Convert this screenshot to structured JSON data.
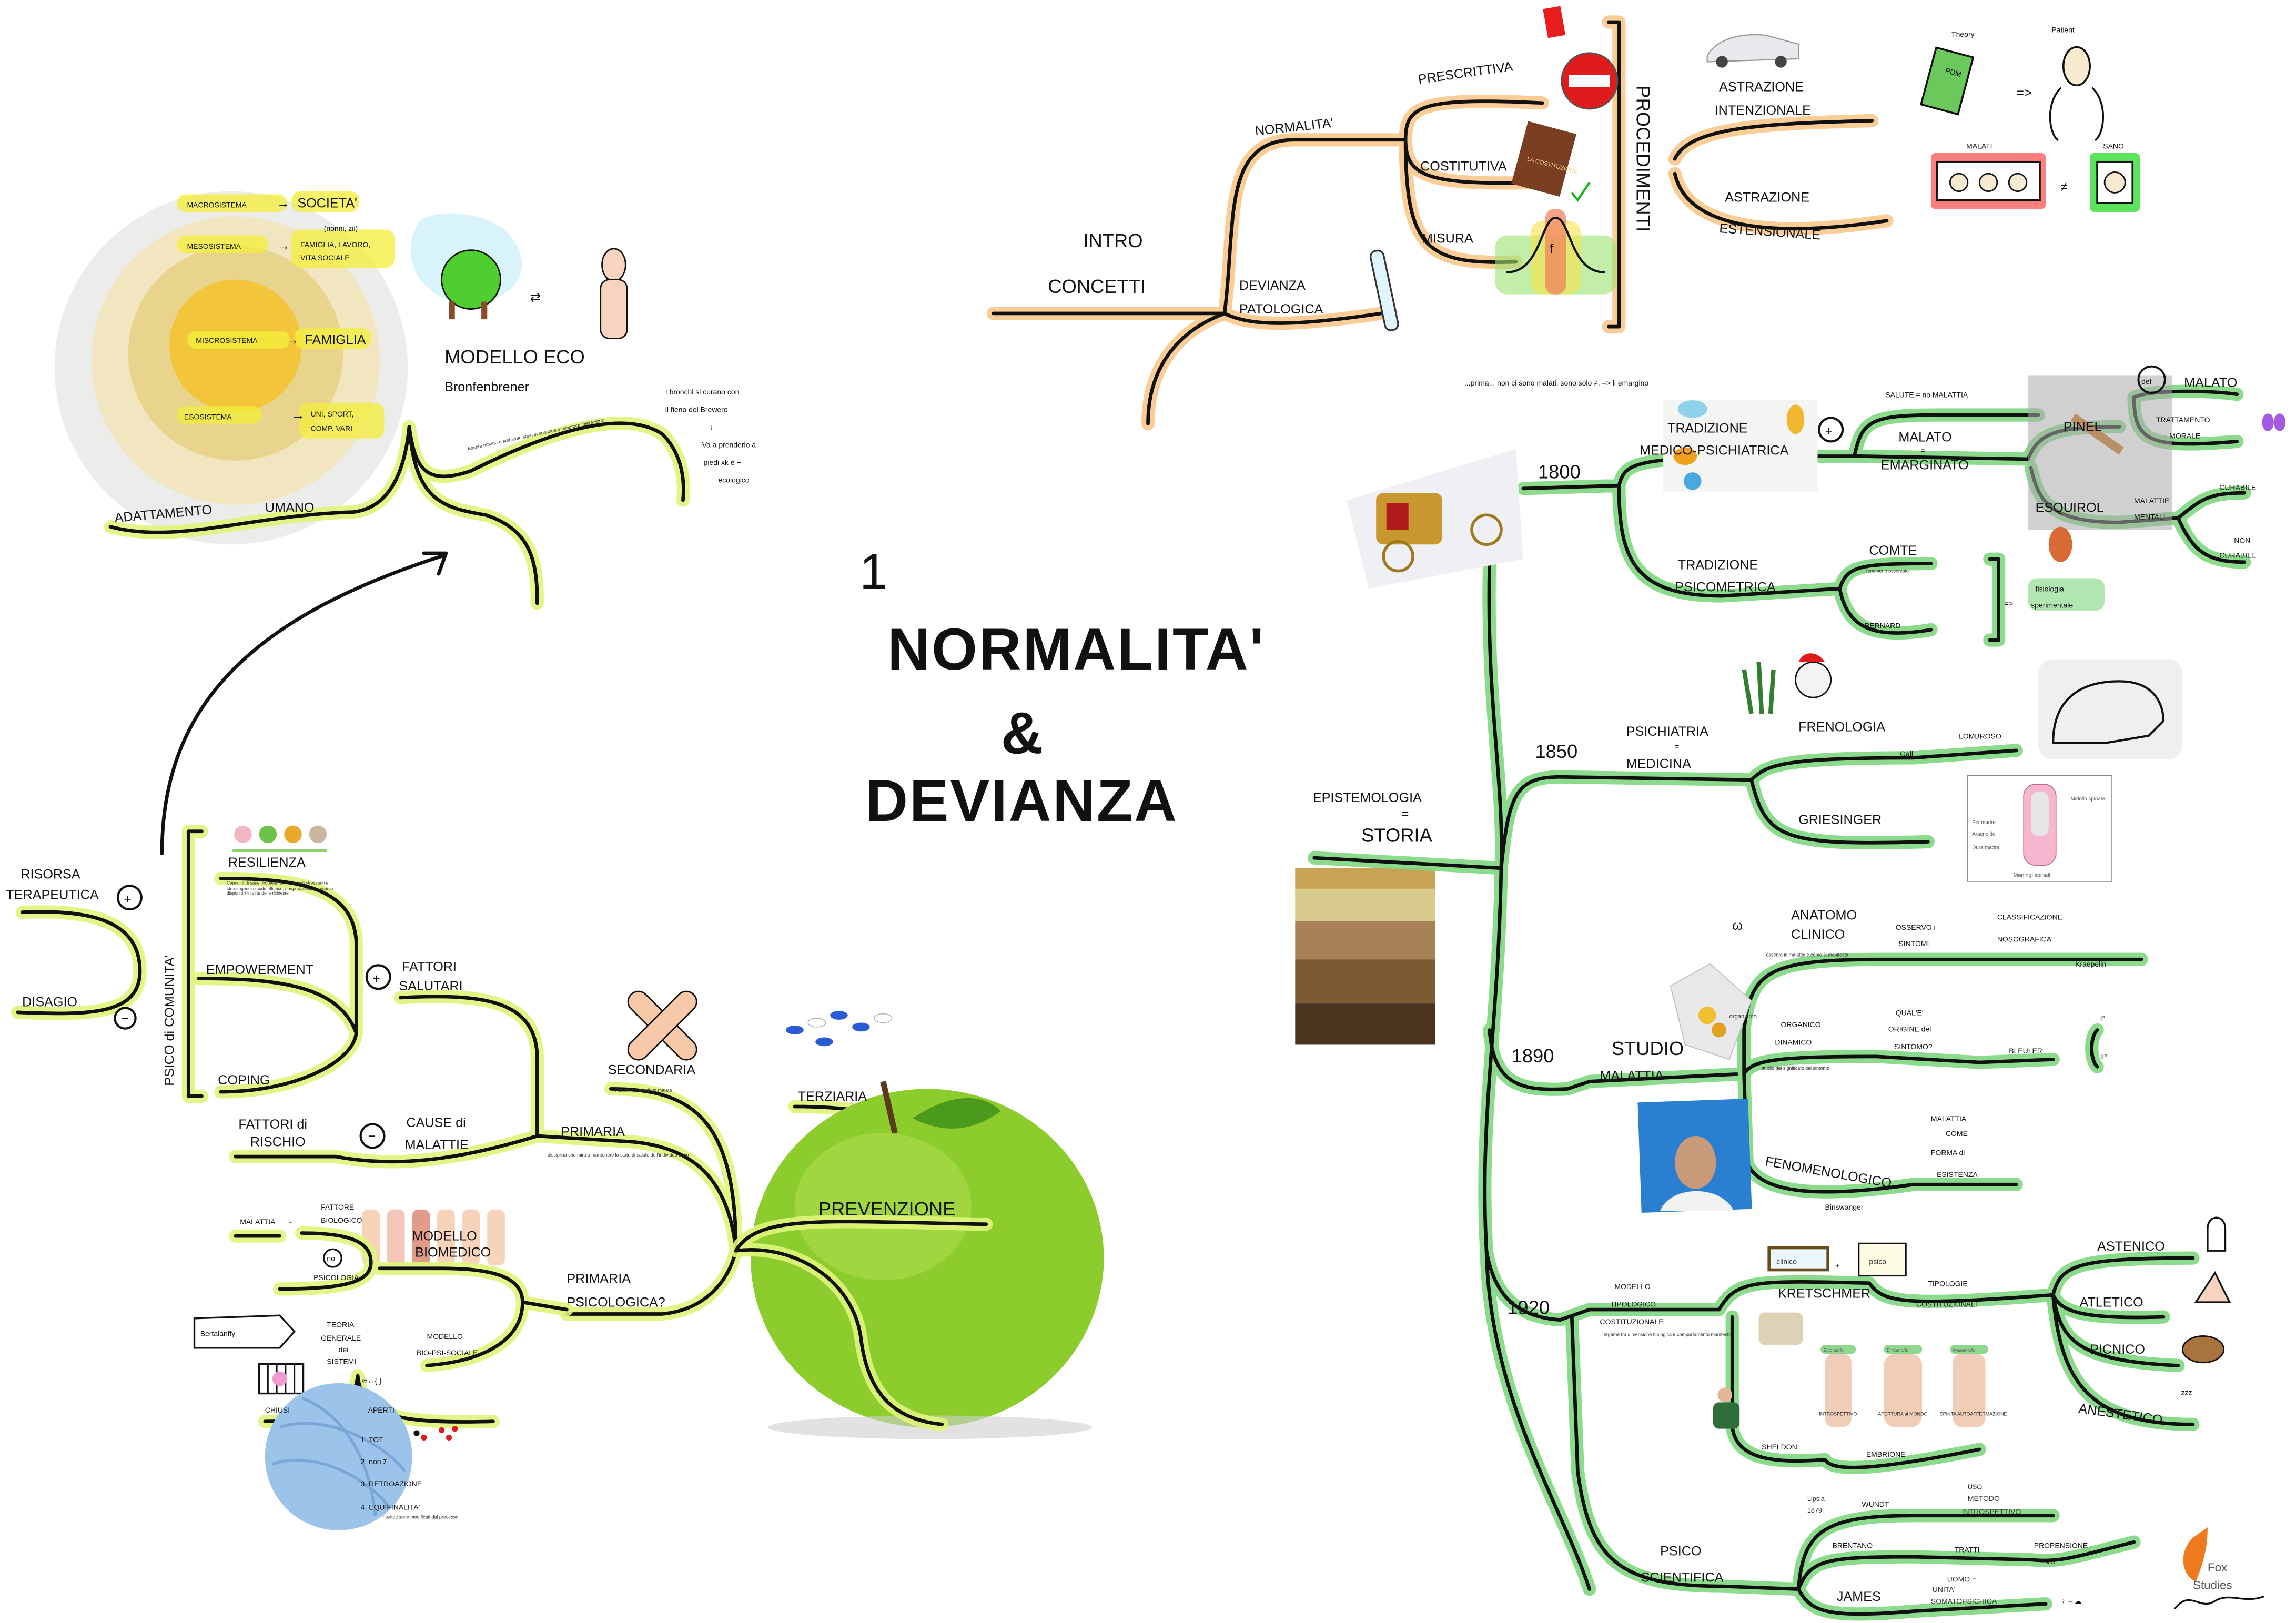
{
  "colors": {
    "branch_right": "#7fd67f",
    "branch_left": "#dff57a",
    "branch_top": "#f9c88c",
    "ink": "#111111"
  },
  "title": {
    "number": "1",
    "line1": "NORMALITA'",
    "amp": "&",
    "line2": "DEVIANZA"
  },
  "intro": {
    "label1": "INTRO",
    "label2": "CONCETTI",
    "normalita": "NORMALITA'",
    "prescrittiva": "PRESCRITTIVA",
    "costitutiva": "COSTITUTIVA",
    "misura": "MISURA",
    "devianza1": "DEVIANZA",
    "devianza2": "PATOLOGICA",
    "procedimenti": "PROCEDIMENTI",
    "astr_int1": "ASTRAZIONE",
    "astr_int2": "INTENZIONALE",
    "astr_est1": "ASTRAZIONE",
    "astr_est2": "ESTENSIONALE",
    "theory": "Theory",
    "patient": "Patient",
    "pdm": "PDM",
    "malati": "MALATI",
    "sano": "SANO",
    "not_equal": "≠",
    "implies": "=>"
  },
  "eco": {
    "macro": "MACROSISTEMA",
    "macro_v": "SOCIETA'",
    "meso": "MESOSISTEMA",
    "meso_note": "(nonni, zii)",
    "meso_v1": "FAMIGLIA, LAVORO,",
    "meso_v2": "VITA SOCIALE",
    "micro": "MISCROSISTEMA",
    "micro_v": "FAMIGLIA",
    "eso": "ESOSISTEMA",
    "eso_v1": "UNI, SPORT,",
    "eso_v2": "COMP. VARI",
    "model": "MODELLO ECO",
    "author": "Bronfenbrener",
    "note1": "I bronchi si curano con",
    "note2": "il fieno del Brewero",
    "note_arrow": "↓",
    "note3": "Va a prenderlo a",
    "note4": "piedi xk è +",
    "note5": "ecologico",
    "adattamento": "ADATTAMENTO",
    "umano": "UMANO",
    "branch_note": "Essere umano e ambiente sono in continua e reciproca interazione"
  },
  "comunita": {
    "risorsa1": "RISORSA",
    "risorsa2": "TERAPEUTICA",
    "plus": "+",
    "disagio": "DISAGIO",
    "minus": "−",
    "psico": "PSICO di COMUNITA'",
    "resilienza": "RESILIENZA",
    "resilienza_note": "Capacità di saper fronteggiare gli eventi stressanti e stressogeni in modo efficace, riorganizzando le risorse disponibili in virtù delle richieste",
    "empowerment": "EMPOWERMENT",
    "coping": "COPING",
    "fattori_salutari1": "FATTORI",
    "fattori_salutari2": "SALUTARI",
    "fattori_rischio1": "FATTORI di",
    "fattori_rischio2": "RISCHIO",
    "cause1": "CAUSE di",
    "cause2": "MALATTIE"
  },
  "prevenzione": {
    "label": "PREVENZIONE",
    "primaria": "PRIMARIA",
    "primaria_note": "disciplina che mira a mantenere lo stato di salute dell'individuo sano",
    "secondaria": "SECONDARIA",
    "secondaria_note": "Ridurre dolore di un malato",
    "terziaria": "TERZIARIA",
    "primaria_psi1": "PRIMARIA",
    "primaria_psi2": "PSICOLOGICA?"
  },
  "biomedico": {
    "malattia": "MALATTIA",
    "eq": "=",
    "fattore1": "FATTORE",
    "fattore2": "BIOLOGICO",
    "no": "no",
    "psicologia": "PSICOLOGIA",
    "modello1": "MODELLO",
    "modello2": "BIOMEDICO",
    "bertalanffy": "Bertalanffy",
    "teoria1": "TEORIA",
    "teoria2": "GENERALE",
    "teoria3": "dei",
    "teoria4": "SISTEMI",
    "bps1": "MODELLO",
    "bps2": "BIO-PSI-SOCIALE",
    "chiusi": "CHIUSI",
    "aperti": "APERTI",
    "p1": "1. TOT",
    "p2": "2. non Σ",
    "p3": "3. RETROAZIONE",
    "p4": "4. EQUIFINALITA'",
    "p4_note": "risultati sono modificati dal processo"
  },
  "storia": {
    "epistemologia": "EPISTEMOLOGIA",
    "eq": "=",
    "storia": "STORIA",
    "prima_note": "...prima... non ci sono malati, sono solo ≠. => li emargino",
    "y1800": "1800",
    "trad_med1": "TRADIZIONE",
    "trad_med2": "MEDICO-PSICHIATRICA",
    "salute": "SALUTE = no MALATTIA",
    "malato1": "MALATO",
    "malato_eq": "=",
    "malato2": "EMARGINATO",
    "def": "def",
    "def_malato": "MALATO",
    "pinel": "PINEL",
    "trattamento1": "TRATTAMENTO",
    "trattamento2": "MORALE",
    "esquirol": "ESQUIROL",
    "malattie1": "MALATTIE",
    "malattie2": "MENTALI",
    "curabile": "CURABILE",
    "non_curabile1": "NON",
    "non_curabile2": "CURABILE",
    "trad_psi1": "TRADIZIONE",
    "trad_psi2": "PSICOMETRICA",
    "comte": "COMTE",
    "comte_note": "fenomeno osservato",
    "bernard": "BERNARD",
    "fisiologia1": "fisiologia",
    "fisiologia2": "sperimentale",
    "y1850": "1850",
    "psichiatria": "PSICHIATRIA",
    "psi_eq": "=",
    "medicina": "MEDICINA",
    "frenologia": "FRENOLOGIA",
    "gall": "Gall",
    "lombroso": "LOMBROSO",
    "griesinger": "GRIESINGER",
    "meningi": {
      "midollo": "Midollo spinale",
      "pia": "Pia madre",
      "aracnoide": "Aracnoide",
      "dura": "Dura madre",
      "title": "Meningi spinali"
    },
    "y1890": "1890",
    "studio1": "STUDIO",
    "studio2": "MALATTIA",
    "anatomo1": "ANATOMO",
    "anatomo2": "CLINICO",
    "anatomo_note": "osservo la malattia e come si manifesta",
    "osservo1": "OSSERVO i",
    "osservo2": "SINTOMI",
    "classif1": "CLASSIFICAZIONE",
    "classif2": "NOSOGRAFICA",
    "kraepelin": "Kraepelin",
    "organismo": "organismo",
    "organico1": "ORGANICO",
    "organico2": "DINAMICO",
    "organico_note": "studio del significato del sintomo",
    "quale1": "QUAL'E'",
    "quale2": "ORIGINE del",
    "quale3": "SINTOMO?",
    "bleuler": "BLEULER",
    "first": "I°",
    "second": "II°",
    "fenomenologico": "FENOMENOLOGICO",
    "binswanger": "Binswanger",
    "malattia_come1": "MALATTIA",
    "malattia_come2": "COME",
    "malattia_come3": "FORMA di",
    "malattia_come4": "ESISTENZA",
    "y1920": "1920",
    "tipologico1": "MODELLO",
    "tipologico2": "TIPOLOGICO",
    "tipologico3": "COSTITUZIONALE",
    "tipologico_note": "legame tra dimensione biologica e comportamento manifesto",
    "clinico": "clinico",
    "plus": "+",
    "psico": "psico",
    "kretschmer": "KRETSCHMER",
    "tipologie1": "TIPOLOGIE",
    "tipologie2": "COSTITUZIONALI",
    "astenico": "ASTENICO",
    "atletico": "ATLETICO",
    "picnico": "PICNICO",
    "anestetico": "ANESTETICO",
    "ectomorfo": "Ectomorfo",
    "endomorfo": "Endomorfo",
    "mesomorfo": "Mesomorfo",
    "introspettivo": "INTROSPETTIVO",
    "apertura": "APERTURA al MONDO",
    "spinta": "SPINTA AUTOAFFERMAZIONE",
    "sheldon": "SHELDON",
    "embrione": "EMBRIONE",
    "psico_sci1": "PSICO",
    "psico_sci2": "SCIENTIFICA",
    "lipsia": "Lipsia",
    "anno": "1879",
    "wundt": "WUNDT",
    "uso1": "USO",
    "uso2": "METODO",
    "uso3": "INTROSPETTIVO",
    "brentano": "BRENTANO",
    "tratti": "TRATTI",
    "propensione1": "PROPENSIONE",
    "propensione2": "VS",
    "james": "JAMES",
    "uomo1": "UOMO =",
    "uomo2": "UNITA'",
    "uomo3": "SOMATOPSICHICA"
  },
  "logo": {
    "line1": "Fox",
    "line2": "Studies"
  }
}
